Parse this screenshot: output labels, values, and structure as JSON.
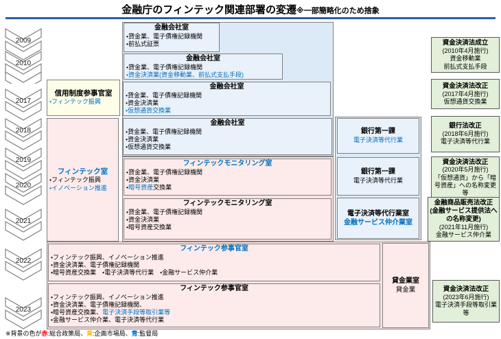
{
  "title": {
    "main": "金融庁のフィンテック関連部署の変遷",
    "note": "※一部簡略化のため捨象"
  },
  "years": [
    "2009",
    "2010",
    "2017",
    "2018",
    "2019",
    "2020",
    "2021",
    "2022",
    "2023"
  ],
  "colors": {
    "accent_text_blue": "#0070c0",
    "title_rule_blue": "#2a5caa",
    "sougou_seisaku_pink": "#fbe2e2",
    "kikaku_shijou_yellow": "#fdfde8",
    "kantoku_blue": "#dce9f6",
    "law_green": "#e2efd9",
    "legend_red": "#ff0000",
    "legend_yellow": "#ffc000",
    "legend_blue": "#0070c0"
  },
  "boxes": {
    "kaisha2009": {
      "title": "金融会社室",
      "item1": "・貸金業、電子債権記録機関",
      "item2": "・前払式証票"
    },
    "kaisha2010": {
      "title": "金融会社室",
      "item1": "・貸金業、電子債権記録機関",
      "item2_blue": "・資金決済業(資金移動業、前払式支払手段)"
    },
    "shinyo2017": {
      "title": "信用制度参事官室",
      "item_blue": "・フィンテック振興"
    },
    "kaisha2017": {
      "title": "金融会社室",
      "item1": "・貸金業、電子債権記録機関",
      "item2": "・資金決済業",
      "item3_blue": "・仮想通貨交換業"
    },
    "kaisha2018": {
      "title": "金融会社室",
      "item1": "・貸金業、電子債権記録機関",
      "item2": "・資金決済業",
      "item3": "・仮想通貨交換業"
    },
    "fintech_room": {
      "title": "フィンテック室",
      "item1": "・フィンテック振興",
      "item2_blue": "・イノベーション推進"
    },
    "ftm2019": {
      "title": "フィンテックモニタリング室",
      "item1": "・貸金業、電子債権記録機関",
      "item2": "・資金決済業",
      "item3_pre": "・",
      "item3_blue": "暗号資産",
      "item3_post": "交換業"
    },
    "ftm2021": {
      "title": "フィンテックモニタリング室",
      "item1": "・貸金業、電子債権記録機関",
      "item2": "・資金決済業",
      "item3": "・暗号資産交換業"
    },
    "bank1_2018": {
      "title": "銀行第一課",
      "item_blue": "電子決済等代行業"
    },
    "bank1_2019": {
      "title": "銀行第一課",
      "item": "電子決済等代行業"
    },
    "epay2021": {
      "title": "電子決済等代行業室",
      "title2_blue": "金融サービス仲介業室"
    },
    "sanjikan2022": {
      "title": "フィンテック参事官室",
      "item1": "・フィンテック振興、イノベーション推進",
      "item2": "・資金決済業、電子債権記録機関",
      "item3": "・暗号資産交換業　・電子決済等代行業　・金融サービス仲介業"
    },
    "sanjikan2023": {
      "title": "フィンテック参事官室",
      "item1": "・フィンテック振興、イノベーション推進",
      "item2": "・資金決済業、電子債権記録機関、",
      "item3_pre": "・暗号資産交換業、",
      "item3_blue": "電子決済手段等取引業等",
      "item4": "・金融サービス仲介業、電子決済等代行業"
    },
    "kashikin": {
      "title": "貸金業室",
      "item": "貸金業"
    }
  },
  "laws": [
    {
      "title": "資金決済法成立",
      "lines": [
        "(2010年4月施行)",
        "資金移動業",
        "前払式支払手段"
      ]
    },
    {
      "title": "資金決済法改正",
      "lines": [
        "(2017年4月施行)",
        "仮想通貨交換業"
      ]
    },
    {
      "title": "銀行法改正",
      "lines": [
        "(2018年6月施行)",
        "電子決済等代行業"
      ]
    },
    {
      "title": "資金決済法改正",
      "lines": [
        "(2020年5月施行)",
        "「仮想通貨」から「暗号資産」への名称変更等"
      ]
    },
    {
      "title": "金融商品販売法改正",
      "subtitle": "(金融サービス提供法への名称変更)",
      "lines": [
        "(2021年11月施行)",
        "金融サービス仲介業"
      ]
    },
    {
      "title": "資金決済法改正",
      "lines": [
        "(2023年6月施行)",
        "電子決済手段等取引業等"
      ]
    }
  ],
  "footer": {
    "prefix": "※背景の色が",
    "red": "赤",
    "red_label": ":総合政策局、",
    "yellow": "黄",
    "yellow_label": ":企画市場局、",
    "blue": "青",
    "blue_label": ":監督局"
  }
}
